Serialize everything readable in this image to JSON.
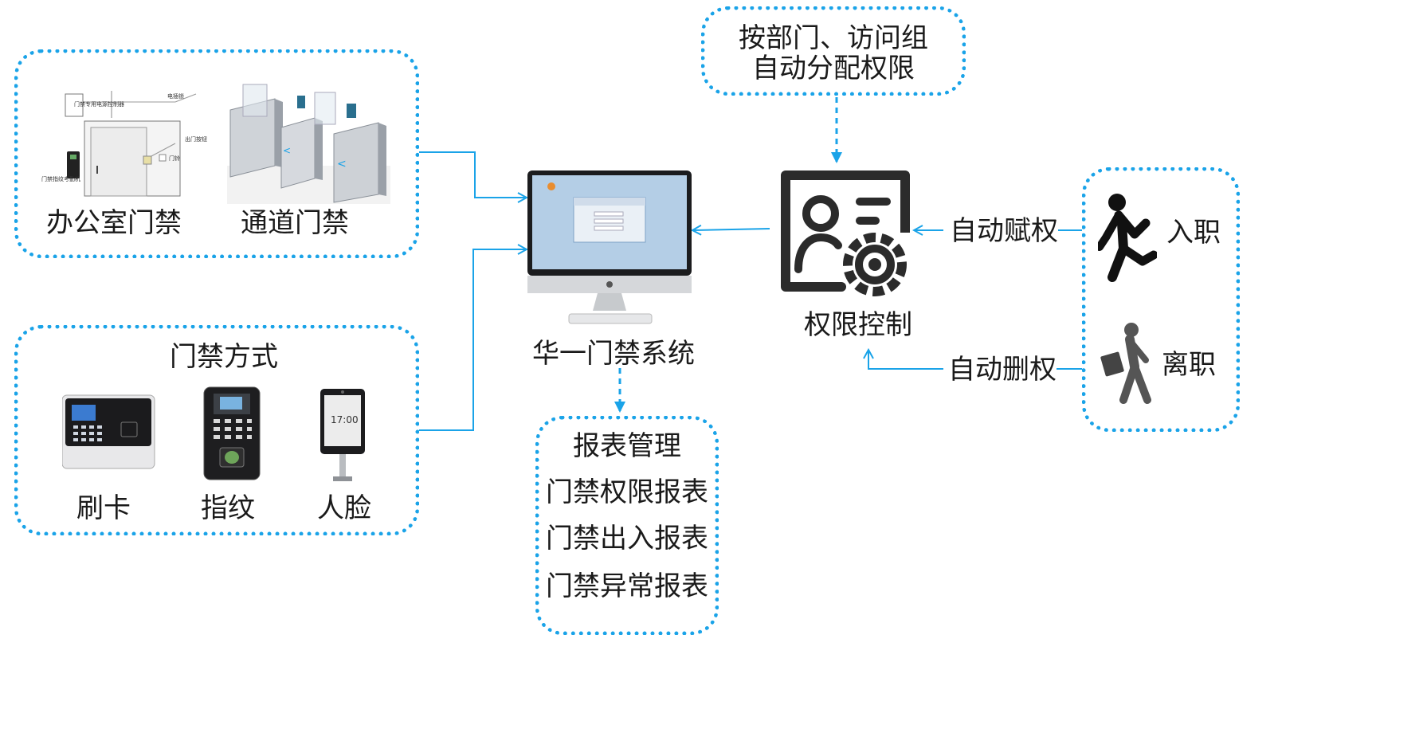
{
  "office_panel": {
    "office_label": "办公室门禁",
    "channel_label": "通道门禁",
    "office_diagram_notes": [
      "门禁专用电源控制器",
      "电插锁",
      "出门按钮",
      "门铃",
      "门禁指纹考勤机"
    ]
  },
  "method_panel": {
    "title": "门禁方式",
    "items": [
      "刷卡",
      "指纹",
      "人脸"
    ],
    "face_device_time": "17:00"
  },
  "center": {
    "system_label": "华一门禁系统"
  },
  "report_panel": {
    "items": [
      "报表管理",
      "门禁权限报表",
      "门禁出入报表",
      "门禁异常报表"
    ]
  },
  "dept_panel": {
    "lines": [
      "按部门、访问组",
      "自动分配权限"
    ]
  },
  "permission": {
    "label": "权限控制",
    "auto_grant": "自动赋权",
    "auto_revoke": "自动删权"
  },
  "staff_panel": {
    "join_label": "入职",
    "leave_label": "离职"
  },
  "colors": {
    "accent": "#1aa3e8",
    "text": "#1a1a1a",
    "icon_dark": "#2b2b2b"
  }
}
